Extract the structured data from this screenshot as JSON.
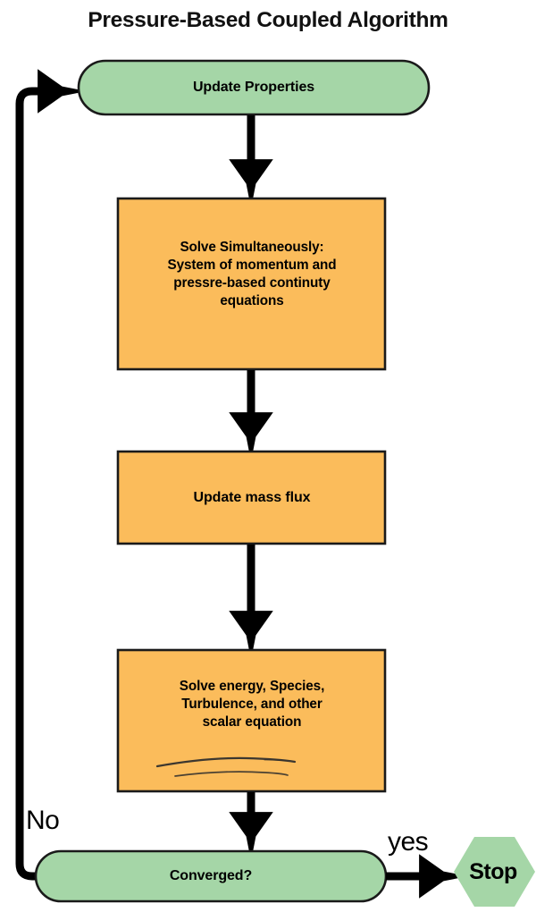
{
  "diagram": {
    "title": "Pressure-Based Coupled Algorithm",
    "colors": {
      "green_fill": "#A5D6A7",
      "orange_fill": "#FBBC5B",
      "stroke": "#1A1A1A",
      "text": "#000000",
      "background": "#FFFFFF"
    },
    "nodes": [
      {
        "id": "update-properties",
        "shape": "rounded-pill",
        "fill": "#A5D6A7",
        "label": "Update Properties"
      },
      {
        "id": "solve-simultaneously",
        "shape": "rectangle",
        "fill": "#FBBC5B",
        "label": "Solve Simultaneously: System of momentum and pressre-based continuty equations",
        "lines": [
          "Solve Simultaneously:",
          "System of momentum and",
          "pressre-based continuty",
          "equations"
        ]
      },
      {
        "id": "update-mass-flux",
        "shape": "rectangle",
        "fill": "#FBBC5B",
        "label": "Update mass flux"
      },
      {
        "id": "solve-energy",
        "shape": "rectangle",
        "fill": "#FBBC5B",
        "label": "Solve energy, Species, Turbulence, and other scalar equation",
        "lines": [
          "Solve energy, Species,",
          "Turbulence, and other",
          "scalar equation"
        ],
        "annotation": "hand-drawn-underline-scribble"
      },
      {
        "id": "converged",
        "shape": "rounded-pill",
        "fill": "#A5D6A7",
        "label": "Converged?"
      },
      {
        "id": "stop",
        "shape": "hexagon",
        "fill": "#A5D6A7",
        "label": "Stop"
      }
    ],
    "edges": [
      {
        "id": "e1",
        "from": "update-properties",
        "to": "solve-simultaneously",
        "label": ""
      },
      {
        "id": "e2",
        "from": "solve-simultaneously",
        "to": "update-mass-flux",
        "label": ""
      },
      {
        "id": "e3",
        "from": "update-mass-flux",
        "to": "solve-energy",
        "label": ""
      },
      {
        "id": "e4",
        "from": "solve-energy",
        "to": "converged",
        "label": ""
      },
      {
        "id": "e5",
        "from": "converged",
        "to": "stop",
        "label": "yes"
      },
      {
        "id": "e6",
        "from": "converged",
        "to": "update-properties",
        "label": "No"
      }
    ]
  }
}
